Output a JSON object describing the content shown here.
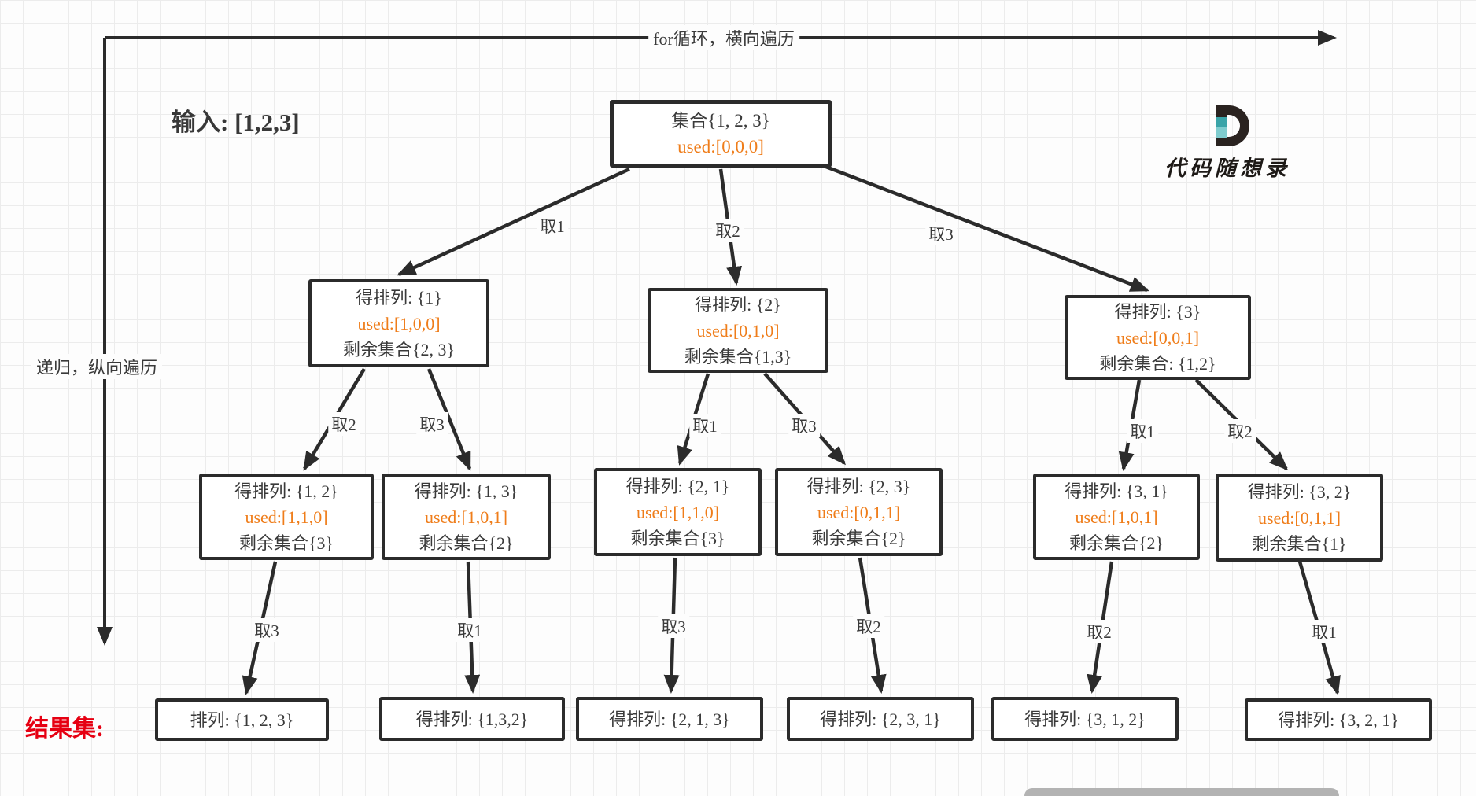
{
  "labels": {
    "top_arrow": "for循环，横向遍历",
    "left_arrow": "递归，纵向遍历",
    "input": "输入: [1,2,3]",
    "results": "结果集:",
    "logo_text": "代码随想录"
  },
  "colors": {
    "line": "#2b2b2b",
    "text": "#3a3a3a",
    "used_orange": "#ef7d1a",
    "result_red": "#e60012",
    "logo_dark": "#2a2320",
    "logo_teal_dark": "#3aa4a8",
    "logo_teal_light": "#7fccce",
    "grid_line": "#ececec"
  },
  "tree": {
    "root": {
      "title": "集合{1, 2, 3}",
      "used": "used:[0,0,0]"
    },
    "level2": [
      {
        "title": "得排列: {1}",
        "used": "used:[1,0,0]",
        "remain": "剩余集合{2, 3}"
      },
      {
        "title": "得排列: {2}",
        "used": "used:[0,1,0]",
        "remain": "剩余集合{1,3}"
      },
      {
        "title": "得排列: {3}",
        "used": "used:[0,0,1]",
        "remain": "剩余集合: {1,2}"
      }
    ],
    "level3": [
      {
        "title": "得排列: {1, 2}",
        "used": "used:[1,1,0]",
        "remain": "剩余集合{3}"
      },
      {
        "title": "得排列: {1, 3}",
        "used": "used:[1,0,1]",
        "remain": "剩余集合{2}"
      },
      {
        "title": "得排列: {2, 1}",
        "used": "used:[1,1,0]",
        "remain": "剩余集合{3}"
      },
      {
        "title": "得排列: {2, 3}",
        "used": "used:[0,1,1]",
        "remain": "剩余集合{2}"
      },
      {
        "title": "得排列: {3, 1}",
        "used": "used:[1,0,1]",
        "remain": "剩余集合{2}"
      },
      {
        "title": "得排列: {3, 2}",
        "used": "used:[0,1,1]",
        "remain": "剩余集合{1}"
      }
    ],
    "results": [
      "排列: {1, 2, 3}",
      "得排列: {1,3,2}",
      "得排列: {2, 1, 3}",
      "得排列: {2, 3, 1}",
      "得排列: {3, 1, 2}",
      "得排列: {3, 2, 1}"
    ]
  },
  "edge_labels": {
    "root": [
      "取1",
      "取2",
      "取3"
    ],
    "level2": [
      "取2",
      "取3",
      "取1",
      "取3",
      "取1",
      "取2"
    ],
    "level3": [
      "取3",
      "取1",
      "取3",
      "取2",
      "取2",
      "取1"
    ]
  }
}
